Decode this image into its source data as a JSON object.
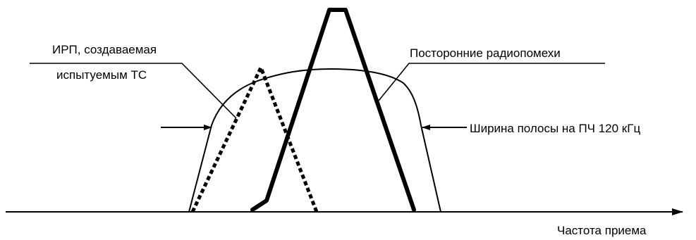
{
  "labels": {
    "emission_line1": "ИРП, создаваемая",
    "emission_line2": "испытуемым ТС",
    "interference": "Посторонние радиопомехи",
    "bandwidth": "Ширина полосы на ПЧ 120 кГц",
    "x_axis": "Частота приема"
  },
  "colors": {
    "ink": "#000000",
    "background": "#ffffff"
  }
}
